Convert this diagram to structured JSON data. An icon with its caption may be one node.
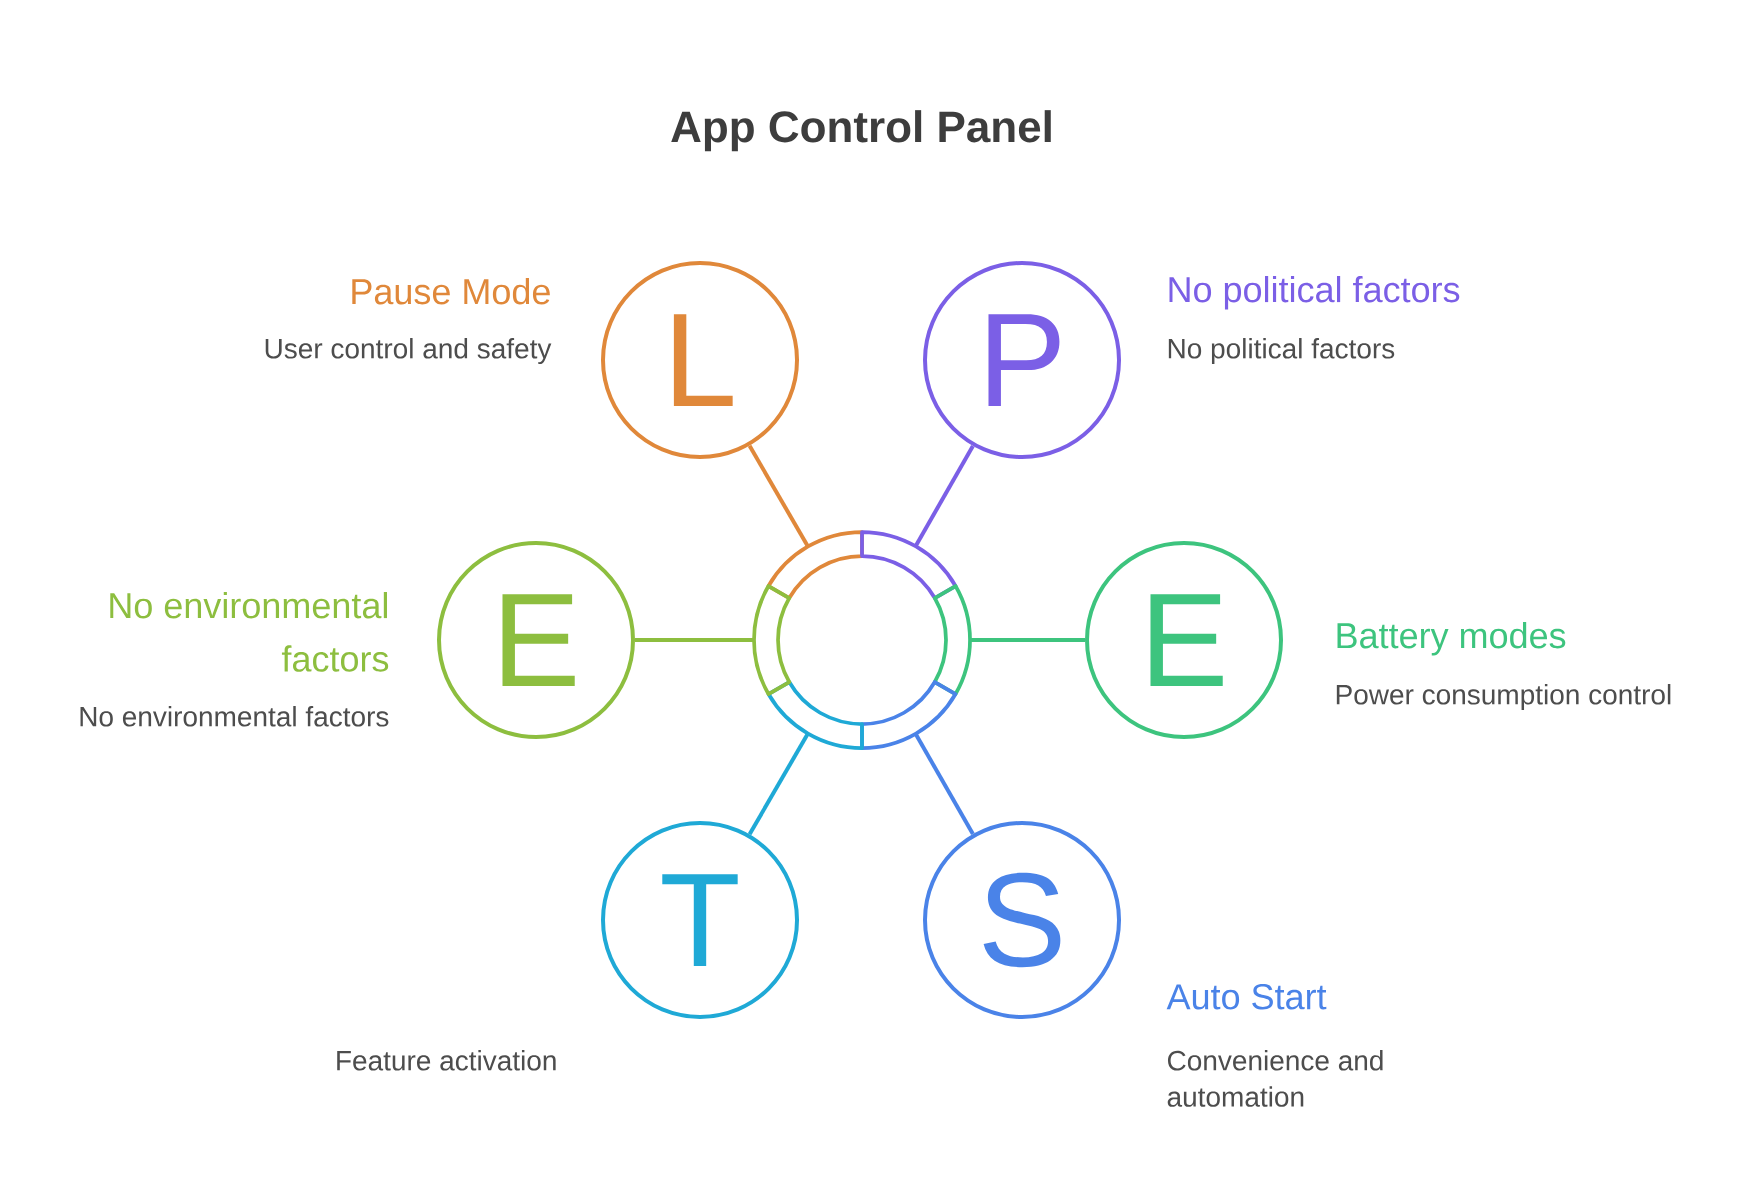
{
  "diagram": {
    "title": "App Control Panel",
    "nodes": [
      {
        "text": [
          "Pause Mode",
          "User control and safety",
          "L"
        ]
      },
      {
        "text": [
          "P",
          "No political factors",
          "No political factors"
        ]
      },
      {
        "text": [
          "No environmental factors",
          "No environmental factors",
          "E"
        ]
      },
      {
        "text": [],
        "shape": "circle"
      },
      {
        "text": [
          "E",
          "Battery modes",
          "Power consumption control"
        ]
      },
      {
        "text": [
          "T",
          "Feature activation"
        ]
      },
      {
        "text": [
          "S",
          "Auto Start",
          "Convenience and automation"
        ]
      }
    ],
    "edges": [
      {
        "from": 3,
        "to": 0,
        "arrow": "none",
        "color": "#e0883a"
      },
      {
        "from": 3,
        "to": 1,
        "arrow": "none",
        "color": "#7b5fe6"
      },
      {
        "from": 3,
        "to": 2,
        "arrow": "none",
        "color": "#8dbe3f"
      },
      {
        "from": 3,
        "to": 4,
        "arrow": "none",
        "color": "#3dc47e"
      },
      {
        "from": 3,
        "to": 5,
        "arrow": "none",
        "color": "#1fa9d6"
      },
      {
        "from": 3,
        "to": 6,
        "arrow": "none",
        "color": "#4a83e8"
      }
    ]
  }
}
